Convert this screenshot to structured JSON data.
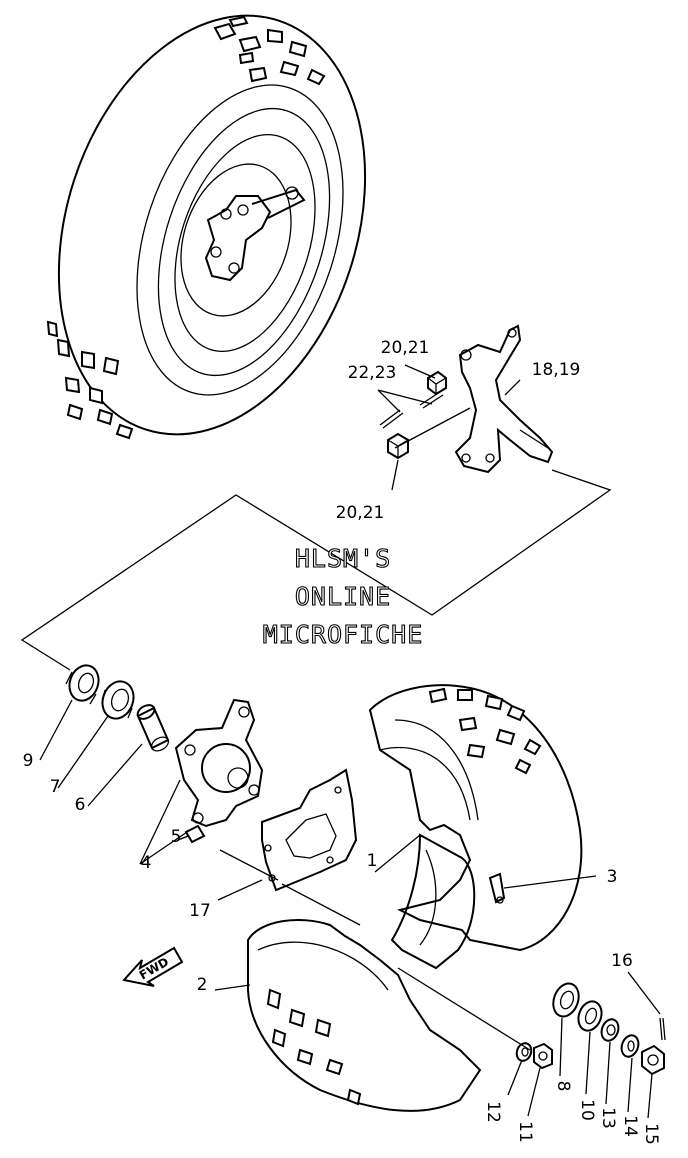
{
  "watermark": {
    "line1": "HLSM'S",
    "line2": "ONLINE",
    "line3": "MICROFICHE"
  },
  "fwd_label": "FWD",
  "labels": {
    "l1": "1",
    "l2": "2",
    "l3": "3",
    "l4": "4",
    "l5": "5",
    "l6": "6",
    "l7": "7",
    "l8": "8",
    "l9": "9",
    "l10": "10",
    "l11": "11",
    "l12": "12",
    "l13": "13",
    "l14": "14",
    "l15": "15",
    "l16": "16",
    "l17": "17",
    "l18_19": "18,19",
    "l20_21_top": "20,21",
    "l20_21_bottom": "20,21",
    "l22_23": "22,23"
  },
  "colors": {
    "line": "#000000",
    "background": "#ffffff"
  },
  "icons": [
    "fwd-arrow-icon"
  ]
}
